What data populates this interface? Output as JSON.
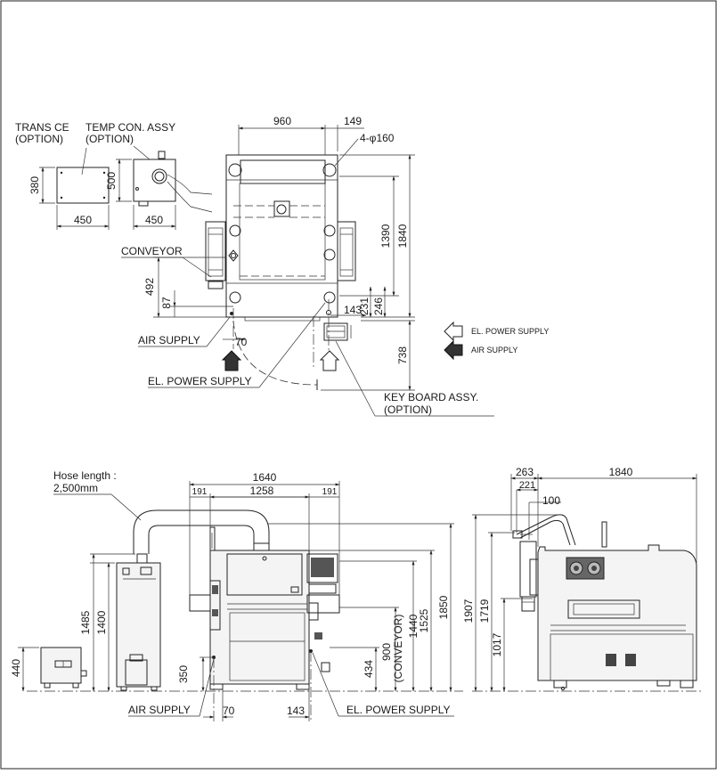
{
  "plan_view": {
    "labels": {
      "trans_ce": "TRANS CE",
      "trans_ce_option": "(OPTION)",
      "temp_con": "TEMP CON. ASSY",
      "temp_con_option": "(OPTION)",
      "conveyor": "CONVEYOR",
      "air_supply": "AIR SUPPLY",
      "el_power_supply": "EL. POWER SUPPLY",
      "keyboard": "KEY BOARD ASSY.",
      "keyboard_option": "(OPTION)"
    },
    "dims": {
      "d960": "960",
      "d149": "149",
      "d4phi160": "4-φ160",
      "d380": "380",
      "d450a": "450",
      "d500": "500",
      "d450b": "450",
      "d1390": "1390",
      "d1840": "1840",
      "d492": "492",
      "d87": "87",
      "d143": "143",
      "d231": "231",
      "d246": "246",
      "d70": "70",
      "d738": "738"
    },
    "legend": {
      "power": "EL. POWER SUPPLY",
      "air": "AIR SUPPLY"
    }
  },
  "front_view": {
    "labels": {
      "hose": "Hose length :",
      "hose_len": "2,500mm",
      "air_supply": "AIR SUPPLY",
      "el_power_supply": "EL. POWER SUPPLY",
      "conveyor": "(CONVEYOR)"
    },
    "dims": {
      "d1640": "1640",
      "d191a": "191",
      "d1258": "1258",
      "d191b": "191",
      "d440": "440",
      "d1485": "1485",
      "d1400": "1400",
      "d350": "350",
      "d70": "70",
      "d434": "434",
      "d900": "900",
      "d1440": "1440",
      "d1525": "1525",
      "d1850": "1850",
      "d143": "143"
    }
  },
  "side_view": {
    "dims": {
      "d263": "263",
      "d1840": "1840",
      "d221": "221",
      "d100": "100",
      "d1907": "1907",
      "d1719": "1719",
      "d1017": "1017"
    }
  }
}
